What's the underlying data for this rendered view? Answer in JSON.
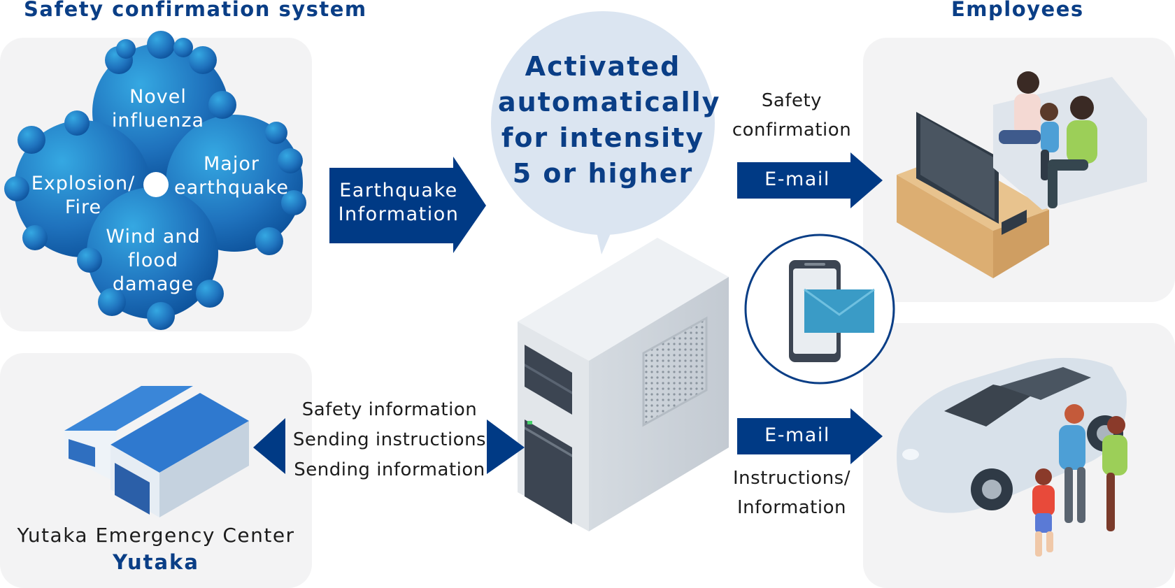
{
  "headings": {
    "system": "Safety confirmation system",
    "employees": "Employees"
  },
  "disasters": {
    "influenza": "Novel\ninfluenza",
    "earthquake": "Major\nearthquake",
    "explosion": "Explosion/\nFire",
    "wind": "Wind and\nflood\ndamage"
  },
  "earthquake_arrow": "Earthquake\nInformation",
  "bubble": "Activated\nautomatically\nfor intensity\n5 or higher",
  "safety_confirmation": "Safety\nconfirmation",
  "email_top": "E-mail",
  "email_bottom": "E-mail",
  "instructions_information": "Instructions/\nInformation",
  "center_labels": {
    "line1": "Safety information",
    "line2": "Sending instructions",
    "line3": "Sending information"
  },
  "emergency_center": {
    "name": "Yutaka Emergency Center",
    "brand": "Yutaka"
  },
  "colors": {
    "navy": "#003a85",
    "heading": "#0a3e86",
    "panel": "#f3f3f4",
    "bubble": "#dbe5f1",
    "cloud_light": "#2ea0dc",
    "cloud_dark": "#0a4d96"
  },
  "icons": [
    "building-icon",
    "server-icon",
    "smartphone-mail-icon",
    "family-tv-icon",
    "family-car-icon"
  ]
}
